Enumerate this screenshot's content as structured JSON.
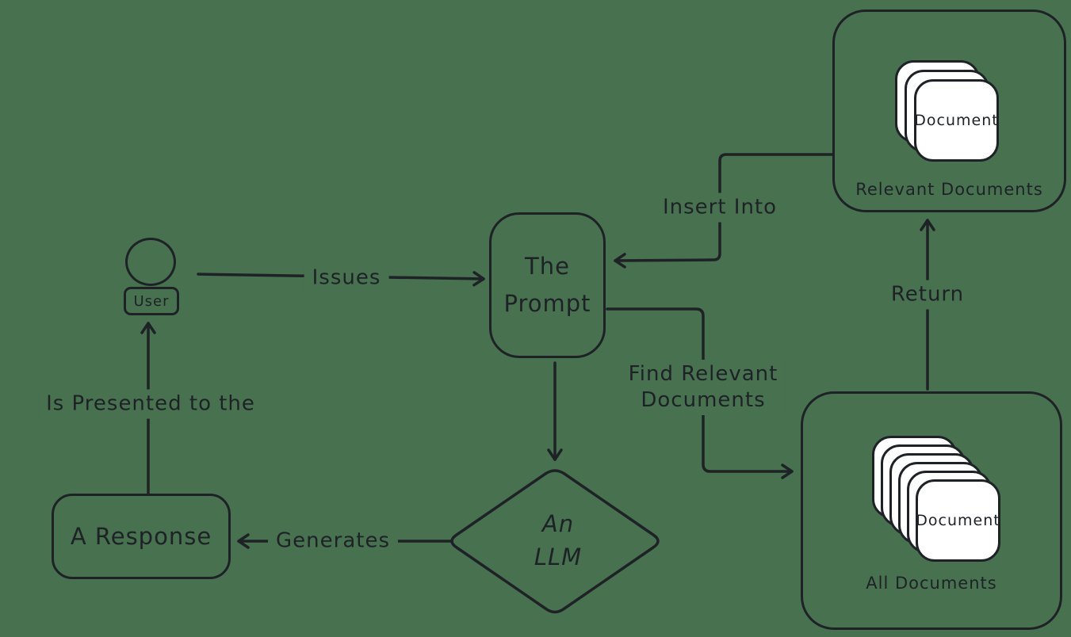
{
  "canvas": {
    "background": "#47714f",
    "stroke": "#1e2227",
    "card_fill": "#ffffff"
  },
  "nodes": {
    "user": {
      "label": "User"
    },
    "prompt": {
      "lines": [
        "The",
        "Prompt"
      ]
    },
    "llm": {
      "lines": [
        "An",
        "LLM"
      ]
    },
    "response": {
      "label": "A Response"
    },
    "relevant_documents": {
      "label": "Relevant Documents",
      "card_label": "Document",
      "card_count": 3
    },
    "all_documents": {
      "label": "All Documents",
      "card_label": "Document",
      "card_count": 6
    }
  },
  "edges": {
    "issues": {
      "label": "Issues"
    },
    "insert_into": {
      "label": "Insert Into"
    },
    "find_relevant": {
      "label_lines": [
        "Find Relevant",
        "Documents"
      ]
    },
    "return": {
      "label": "Return"
    },
    "generates": {
      "label": "Generates"
    },
    "is_presented": {
      "label": "Is Presented to the"
    }
  }
}
